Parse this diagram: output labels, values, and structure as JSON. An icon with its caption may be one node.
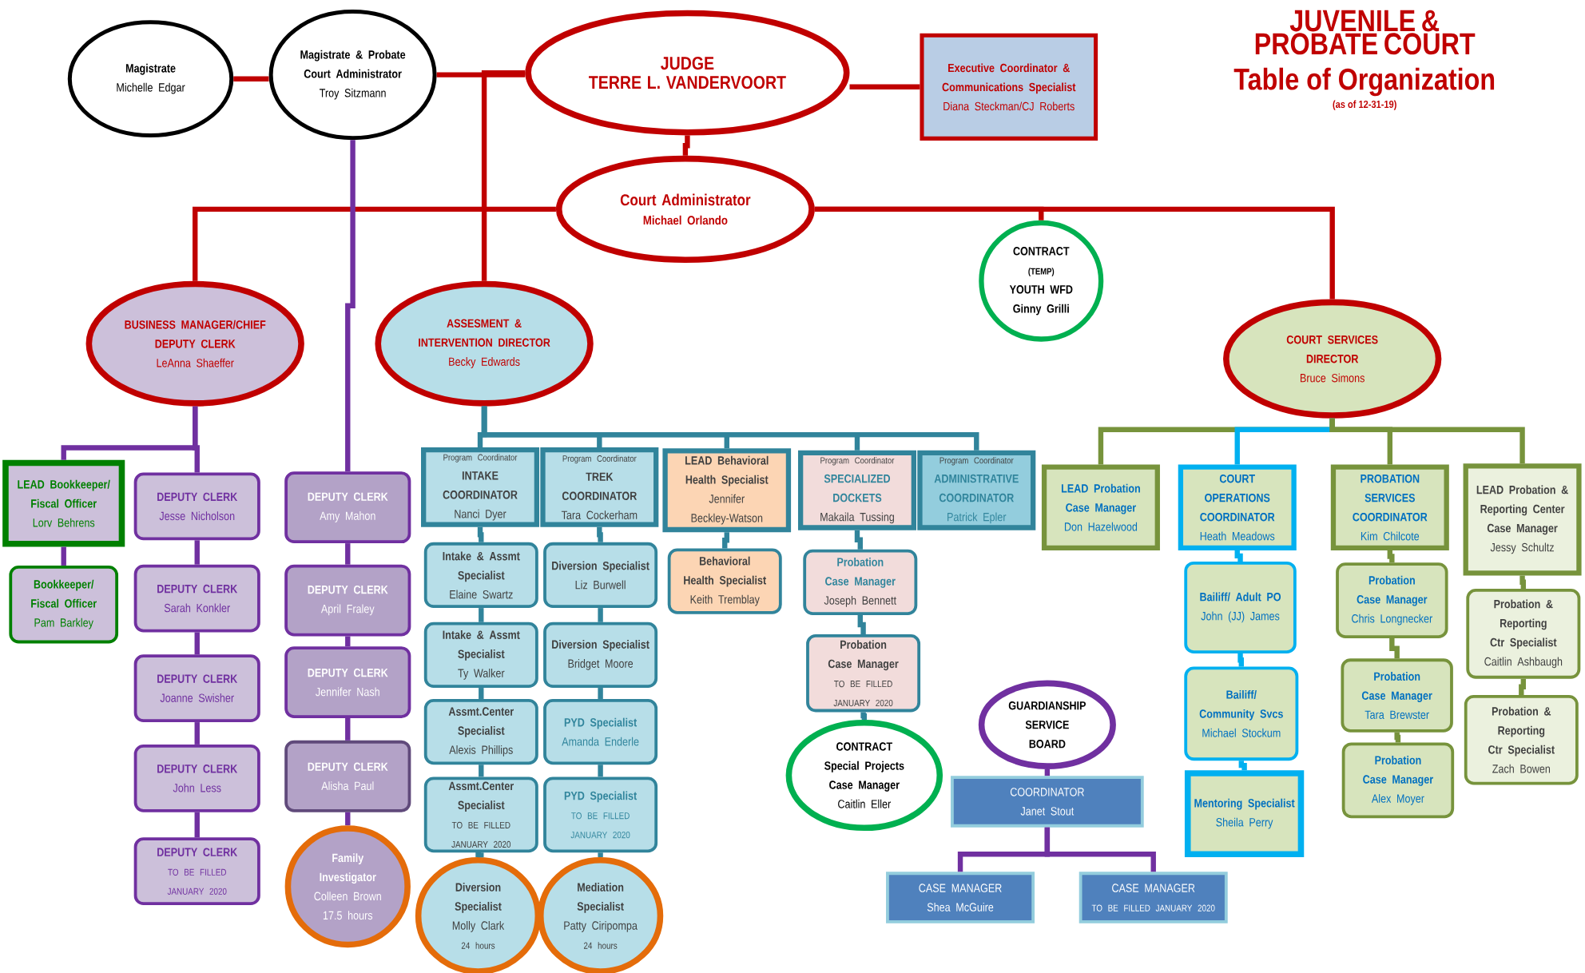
{
  "diagram": {
    "title": "JUVENILE & PROBATE COURT",
    "nodes": [
      {
        "text": [
          "Magistrate",
          "Michelle Edgar"
        ]
      },
      {
        "text": [
          "Magistrate & Probate Court Administrator",
          "Troy Sitzmann"
        ]
      },
      {
        "text": [
          "JUDGE",
          "TERRE L. VANDERVOORT"
        ]
      },
      {
        "text": [
          "Executive Coordinator & Communications Specialist",
          "Diana Steckman/CJ Roberts"
        ]
      },
      {
        "text": [
          "Court Administrator",
          "Michael Orlando"
        ]
      },
      {
        "text": [
          "CONTRACT",
          "(TEMP)",
          "YOUTH WFD",
          "Ginny Grilli"
        ]
      },
      {
        "text": [
          "BUSINESS MANAGER/CHIEF DEPUTY CLERK",
          "LeAnna Shaeffer"
        ]
      },
      {
        "text": [
          "ASSESMENT & INTERVENTION DIRECTOR",
          "Becky Edwards"
        ]
      },
      {
        "text": [
          "COURT SERVICES DIRECTOR",
          "Bruce Simons"
        ]
      },
      {
        "text": [
          "LEAD Bookkeeper/ Fiscal Officer",
          "Lorv Behrens"
        ]
      },
      {
        "text": [
          "Bookkeeper/ Fiscal Officer",
          "Pam Barkley"
        ]
      },
      {
        "text": [
          "DEPUTY CLERK",
          "Jesse Nicholson"
        ]
      },
      {
        "text": [
          "DEPUTY CLERK",
          "Sarah Konkler"
        ]
      },
      {
        "text": [
          "DEPUTY CLERK",
          "Joanne Swisher"
        ]
      },
      {
        "text": [
          "DEPUTY CLERK",
          "John Less"
        ]
      },
      {
        "text": [
          "DEPUTY CLERK",
          "TO BE FILLED JANUARY 2020"
        ]
      },
      {
        "text": [
          "DEPUTY CLERK",
          "Amy Mahon"
        ]
      },
      {
        "text": [
          "DEPUTY CLERK",
          "April Fraley"
        ]
      },
      {
        "text": [
          "DEPUTY CLERK",
          "Jennifer Nash"
        ]
      },
      {
        "text": [
          "DEPUTY CLERK",
          "Alisha Paul"
        ]
      },
      {
        "text": [
          "Family Investigator",
          "Colleen Brown",
          "17.5 hours"
        ]
      },
      {
        "text": [
          "Program Coordinator",
          "INTAKE COORDINATOR",
          "Nanci Dyer"
        ]
      },
      {
        "text": [
          "Intake & Assmt Specialist",
          "Elaine Swartz"
        ]
      },
      {
        "text": [
          "Intake & Assmt Specialist",
          "Ty Walker"
        ]
      },
      {
        "text": [
          "Assmt.Center Specialist",
          "Alexis Phillips"
        ]
      },
      {
        "text": [
          "Assmt.Center Specialist",
          "TO BE FILLED JANUARY 2020"
        ]
      },
      {
        "text": [
          "Diversion Specialist",
          "Molly Clark",
          "24 hours"
        ]
      },
      {
        "text": [
          "Program Coordinator",
          "TREK COORDINATOR",
          "Tara Cockerham"
        ]
      },
      {
        "text": [
          "Diversion Specialist",
          "Liz Burwell"
        ]
      },
      {
        "text": [
          "Diversion Specialist",
          "Bridget Moore"
        ]
      },
      {
        "text": [
          "PYD Specialist",
          "Amanda Enderle"
        ]
      },
      {
        "text": [
          "PYD Specialist",
          "TO BE FILLED JANUARY 2020"
        ]
      },
      {
        "text": [
          "Mediation Specialist",
          "Patty Ciripompa",
          "24 hours"
        ]
      },
      {
        "text": [
          "LEAD Behavioral Health Specialist",
          "Jennifer Beckley-Watson"
        ]
      },
      {
        "text": [
          "Behavioral Health Specialist",
          "Keith Tremblay"
        ]
      },
      {
        "text": [
          "Program Coordinator",
          "SPECIALIZED DOCKETS",
          "Makaila Tussing"
        ]
      },
      {
        "text": [
          "Probation Case Manager",
          "Joseph Bennett"
        ]
      },
      {
        "text": [
          "Probation Case Manager",
          "TO BE FILLED JANUARY 2020"
        ]
      },
      {
        "text": [
          "CONTRACT",
          "Special Projects Case Manager",
          "Caitlin Eller"
        ]
      },
      {
        "text": [
          "Program Coordinator",
          "ADMINISTRATIVE COORDINATOR",
          "Patrick Epler"
        ]
      },
      {
        "text": [
          "LEAD Probation Case Manager",
          "Don Hazelwood"
        ]
      },
      {
        "text": [
          "COURT OPERATIONS COORDINATOR",
          "Heath Meadows"
        ]
      },
      {
        "text": [
          "Bailiff/ Adult PO",
          "John (JJ) James"
        ]
      },
      {
        "text": [
          "Bailiff/ Community Svcs",
          "Michael Stockum"
        ]
      },
      {
        "text": [
          "Mentoring Specialist",
          "Sheila Perry"
        ]
      },
      {
        "text": [
          "PROBATION SERVICES COORDINATOR",
          "Kim Chilcote"
        ]
      },
      {
        "text": [
          "Probation Case Manager",
          "Chris Longnecker"
        ]
      },
      {
        "text": [
          "Probation Case Manager",
          "Tara Brewster"
        ]
      },
      {
        "text": [
          "Probation Case Manager",
          "Alex Moyer"
        ]
      },
      {
        "text": [
          "LEAD Probation & Reporting Center Case Manager",
          "Jessy Schultz"
        ]
      },
      {
        "text": [
          "Probation & Reporting Ctr Specialist",
          "Caitlin Ashbaugh"
        ]
      },
      {
        "text": [
          "Probation & Reporting Ctr Specialist",
          "Zach Bowen"
        ]
      },
      {
        "text": [
          "GUARDIANSHIP SERVICE BOARD"
        ]
      },
      {
        "text": [
          "COORDINATOR",
          "Janet Stout"
        ]
      },
      {
        "text": [
          "CASE MANAGER",
          "Shea McGuire"
        ]
      },
      {
        "text": [
          "CASE MANAGER",
          "TO BE FILLED JANUARY 2020"
        ]
      }
    ],
    "edges": [
      {
        "from": 2,
        "to": 1,
        "arrow": "none",
        "color": "#c00000"
      },
      {
        "from": 1,
        "to": 0,
        "arrow": "none",
        "color": "#c00000"
      },
      {
        "from": 2,
        "to": 3,
        "arrow": "none",
        "color": "#c00000"
      },
      {
        "from": 2,
        "to": 4,
        "arrow": "none",
        "color": "#c00000"
      },
      {
        "from": 2,
        "to": 7,
        "arrow": "none",
        "color": "#c00000"
      },
      {
        "from": 4,
        "to": 6,
        "arrow": "none",
        "color": "#c00000"
      },
      {
        "from": 4,
        "to": 5,
        "arrow": "none",
        "color": "#c00000"
      },
      {
        "from": 4,
        "to": 8,
        "arrow": "none",
        "color": "#c00000"
      },
      {
        "from": 1,
        "to": 16,
        "arrow": "none",
        "color": "#7030a0"
      },
      {
        "from": 16,
        "to": 17,
        "arrow": "none",
        "color": "#7030a0"
      },
      {
        "from": 17,
        "to": 18,
        "arrow": "none",
        "color": "#7030a0"
      },
      {
        "from": 18,
        "to": 19,
        "arrow": "none",
        "color": "#7030a0"
      },
      {
        "from": 19,
        "to": 20,
        "arrow": "none",
        "color": "#7030a0"
      },
      {
        "from": 6,
        "to": 9,
        "arrow": "none",
        "color": "#7030a0"
      },
      {
        "from": 6,
        "to": 11,
        "arrow": "none",
        "color": "#7030a0"
      },
      {
        "from": 9,
        "to": 10,
        "arrow": "none",
        "color": "#7030a0"
      },
      {
        "from": 11,
        "to": 12,
        "arrow": "none",
        "color": "#7030a0"
      },
      {
        "from": 12,
        "to": 13,
        "arrow": "none",
        "color": "#7030a0"
      },
      {
        "from": 13,
        "to": 14,
        "arrow": "none",
        "color": "#7030a0"
      },
      {
        "from": 14,
        "to": 15,
        "arrow": "none",
        "color": "#7030a0"
      },
      {
        "from": 7,
        "to": 21,
        "arrow": "none"
      },
      {
        "from": 7,
        "to": 27,
        "arrow": "none"
      },
      {
        "from": 7,
        "to": 33,
        "arrow": "none"
      },
      {
        "from": 7,
        "to": 35,
        "arrow": "none"
      },
      {
        "from": 7,
        "to": 39,
        "arrow": "none"
      },
      {
        "from": 21,
        "to": 22,
        "arrow": "none"
      },
      {
        "from": 22,
        "to": 23,
        "arrow": "none"
      },
      {
        "from": 23,
        "to": 24,
        "arrow": "none"
      },
      {
        "from": 24,
        "to": 25,
        "arrow": "none"
      },
      {
        "from": 25,
        "to": 26,
        "arrow": "none"
      },
      {
        "from": 27,
        "to": 28,
        "arrow": "none"
      },
      {
        "from": 28,
        "to": 29,
        "arrow": "none"
      },
      {
        "from": 29,
        "to": 30,
        "arrow": "none"
      },
      {
        "from": 30,
        "to": 31,
        "arrow": "none"
      },
      {
        "from": 31,
        "to": 32,
        "arrow": "none"
      },
      {
        "from": 33,
        "to": 34,
        "arrow": "none"
      },
      {
        "from": 35,
        "to": 36,
        "arrow": "none"
      },
      {
        "from": 36,
        "to": 37,
        "arrow": "none"
      },
      {
        "from": 37,
        "to": 38,
        "arrow": "none"
      },
      {
        "from": 8,
        "to": 40,
        "arrow": "none",
        "color": "#77933c"
      },
      {
        "from": 8,
        "to": 41,
        "arrow": "none",
        "color": "#00b0f0"
      },
      {
        "from": 8,
        "to": 45,
        "arrow": "none",
        "color": "#77933c"
      },
      {
        "from": 8,
        "to": 49,
        "arrow": "none",
        "color": "#77933c"
      },
      {
        "from": 41,
        "to": 42,
        "arrow": "none",
        "color": "#00b0f0"
      },
      {
        "from": 42,
        "to": 43,
        "arrow": "none",
        "color": "#00b0f0"
      },
      {
        "from": 43,
        "to": 44,
        "arrow": "none",
        "color": "#00b0f0"
      },
      {
        "from": 45,
        "to": 46,
        "arrow": "none",
        "color": "#77933c"
      },
      {
        "from": 46,
        "to": 47,
        "arrow": "none",
        "color": "#77933c"
      },
      {
        "from": 47,
        "to": 48,
        "arrow": "none",
        "color": "#77933c"
      },
      {
        "from": 49,
        "to": 50,
        "arrow": "none",
        "color": "#77933c"
      },
      {
        "from": 50,
        "to": 51,
        "arrow": "none",
        "color": "#77933c"
      },
      {
        "from": 52,
        "to": 53,
        "arrow": "none",
        "color": "#7030a0"
      },
      {
        "from": 53,
        "to": 54,
        "arrow": "none",
        "color": "#7030a0"
      },
      {
        "from": 53,
        "to": 55,
        "arrow": "none",
        "color": "#7030a0"
      }
    ],
    "labels": [
      "Table of Organization",
      "(as of 12-31-19)"
    ]
  }
}
